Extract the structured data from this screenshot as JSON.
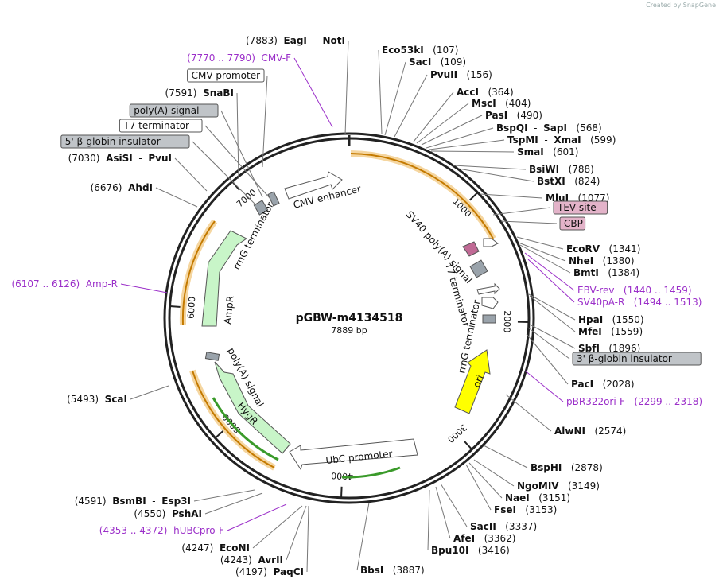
{
  "credit": "Created by SnapGene",
  "plasmid": {
    "name": "pGBW-m4134518",
    "length_label": "7889 bp"
  },
  "ticks": [
    {
      "label": "1000",
      "pos": 1000
    },
    {
      "label": "2000",
      "pos": 2000
    },
    {
      "label": "3000",
      "pos": 3000
    },
    {
      "label": "4000",
      "pos": 4000
    },
    {
      "label": "5000",
      "pos": 5000
    },
    {
      "label": "6000",
      "pos": 6000
    },
    {
      "label": "7000",
      "pos": 7000
    }
  ],
  "features": [
    {
      "label": "CMV enhancer",
      "start": 7400,
      "end": 7889
    },
    {
      "label": "SV40 poly(A) signal",
      "start": 1150,
      "end": 1380
    },
    {
      "label": "T7 terminator",
      "start": 1480,
      "end": 1650
    },
    {
      "label": "rrnG terminator",
      "start": 1800,
      "end": 2050
    },
    {
      "label": "ori",
      "start": 2300,
      "end": 2850
    },
    {
      "label": "UbC promoter",
      "start": 3550,
      "end": 4250
    },
    {
      "label": "HygR",
      "start": 4500,
      "end": 5400
    },
    {
      "label": "poly(A) signal",
      "start": 5500,
      "end": 5600
    },
    {
      "label": "AmpR",
      "start": 6100,
      "end": 6800
    },
    {
      "label": "rrnG terminator",
      "start": 7050,
      "end": 7250
    }
  ],
  "left_labels": [
    {
      "num": "(7883)",
      "name": "EagI",
      "extra": "NotI"
    },
    {
      "num": "(7770 .. 7790)",
      "name": "CMV-F",
      "primer": true
    },
    {
      "boxed": "CMV promoter"
    },
    {
      "num": "(7591)",
      "name": "SnaBI"
    },
    {
      "boxed": "poly(A) signal",
      "gray": true
    },
    {
      "boxed": "T7 terminator"
    },
    {
      "boxed": "5' β-globin insulator",
      "gray": true
    },
    {
      "num": "(7030)",
      "name": "AsiSI",
      "extra": "PvuI"
    },
    {
      "num": "(6676)",
      "name": "AhdI"
    },
    {
      "num": "(6107 .. 6126)",
      "name": "Amp-R",
      "primer": true
    },
    {
      "num": "(5493)",
      "name": "ScaI"
    },
    {
      "num": "(4591)",
      "name": "BsmBI",
      "extra": "Esp3I"
    },
    {
      "num": "(4550)",
      "name": "PshAI"
    },
    {
      "num": "(4353 .. 4372)",
      "name": "hUBCpro-F",
      "primer": true
    },
    {
      "num": "(4247)",
      "name": "EcoNI"
    },
    {
      "num": "(4243)",
      "name": "AvrII"
    },
    {
      "num": "(4197)",
      "name": "PaqCI"
    }
  ],
  "right_labels": [
    {
      "name": "Eco53kI",
      "num": "(107)"
    },
    {
      "name": "SacI",
      "num": "(109)"
    },
    {
      "name": "PvuII",
      "num": "(156)"
    },
    {
      "name": "AccI",
      "num": "(364)"
    },
    {
      "name": "MscI",
      "num": "(404)"
    },
    {
      "name": "PasI",
      "num": "(490)"
    },
    {
      "name": "BspQI",
      "extra": "SapI",
      "num": "(568)"
    },
    {
      "name": "TspMI",
      "extra": "XmaI",
      "num": "(599)"
    },
    {
      "name": "SmaI",
      "num": "(601)"
    },
    {
      "name": "BsiWI",
      "num": "(788)"
    },
    {
      "name": "BstXI",
      "num": "(824)"
    },
    {
      "name": "MluI",
      "num": "(1077)"
    },
    {
      "boxed": "TEV site",
      "pink": true
    },
    {
      "boxed": "CBP",
      "pink": true
    },
    {
      "name": "EcoRV",
      "num": "(1341)"
    },
    {
      "name": "NheI",
      "num": "(1380)"
    },
    {
      "name": "BmtI",
      "num": "(1384)"
    },
    {
      "name": "EBV-rev",
      "num": "(1440 .. 1459)",
      "primer": true
    },
    {
      "name": "SV40pA-R",
      "num": "(1494 .. 1513)",
      "primer": true
    },
    {
      "name": "HpaI",
      "num": "(1550)"
    },
    {
      "name": "MfeI",
      "num": "(1559)"
    },
    {
      "name": "SbfI",
      "num": "(1896)"
    },
    {
      "boxed": "3' β-globin insulator",
      "gray": true
    },
    {
      "name": "PacI",
      "num": "(2028)"
    },
    {
      "name": "pBR322ori-F",
      "num": "(2299 .. 2318)",
      "primer": true
    },
    {
      "name": "AlwNI",
      "num": "(2574)"
    },
    {
      "name": "BspHI",
      "num": "(2878)"
    },
    {
      "name": "NgoMIV",
      "num": "(3149)"
    },
    {
      "name": "NaeI",
      "num": "(3151)"
    },
    {
      "name": "FseI",
      "num": "(3153)"
    },
    {
      "name": "SacII",
      "num": "(3337)"
    },
    {
      "name": "AfeI",
      "num": "(3362)"
    },
    {
      "name": "Bpu10I",
      "num": "(3416)"
    },
    {
      "name": "BbsI",
      "num": "(3887)"
    }
  ],
  "colors": {
    "backbone": "#222222",
    "feature_green": "#c8f5c8",
    "ori_yellow": "#ffff00",
    "orf_orange": "#f0a020",
    "orf_green": "#3a9a2a",
    "primer": "#9b2fc9",
    "pink_box": "#e3b3c9",
    "gray_box": "#c0c4c8"
  }
}
